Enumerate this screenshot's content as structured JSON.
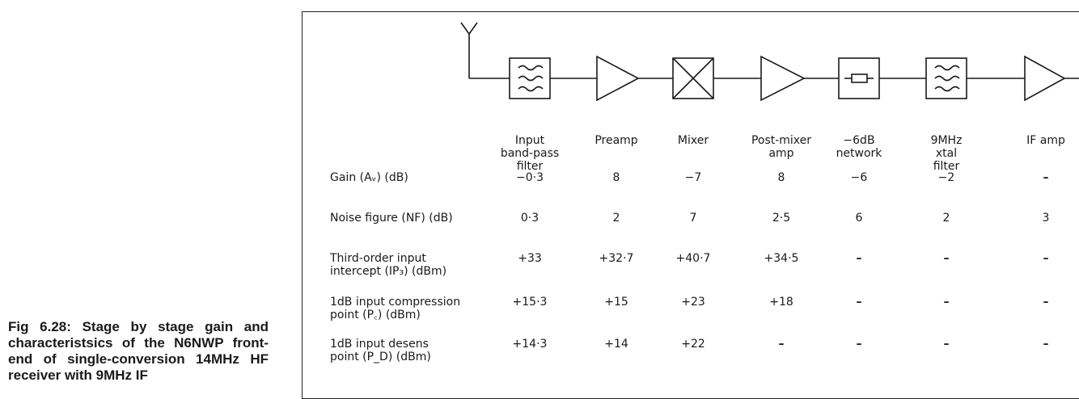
{
  "caption": "Fig 6.28: Stage by stage gain and characteristsics of the N6NWP front-end of single-conversion 14MHz HF receiver with 9MHz IF",
  "stages": [
    {
      "label": "Input\nband-pass\nfilter",
      "symbol": "bandpass-filter"
    },
    {
      "label": "Preamp",
      "symbol": "amplifier"
    },
    {
      "label": "Mixer",
      "symbol": "mixer"
    },
    {
      "label": "Post-mixer\namp",
      "symbol": "amplifier"
    },
    {
      "label": "−6dB\nnetwork",
      "symbol": "attenuator"
    },
    {
      "label": "9MHz\nxtal\nfilter",
      "symbol": "bandpass-filter"
    },
    {
      "label": "IF amp",
      "symbol": "amplifier"
    }
  ],
  "rows": [
    {
      "label": "Gain (Aᵥ) (dB)",
      "values": [
        "−0·3",
        "8",
        "−7",
        "8",
        "−6",
        "−2",
        "–"
      ]
    },
    {
      "label": "Noise figure (NF) (dB)",
      "values": [
        "0·3",
        "2",
        "7",
        "2·5",
        "6",
        "2",
        "3"
      ]
    },
    {
      "label": "Third-order input\nintercept (IP₃) (dBm)",
      "values": [
        "+33",
        "+32·7",
        "+40·7",
        "+34·5",
        "–",
        "–",
        "–"
      ]
    },
    {
      "label": "1dB input compression\npoint (P꜀) (dBm)",
      "values": [
        "+15·3",
        "+15",
        "+23",
        "+18",
        "–",
        "–",
        "–"
      ]
    },
    {
      "label": "1dB input desens\npoint (P_D) (dBm)",
      "values": [
        "+14·3",
        "+14",
        "+22",
        "–",
        "–",
        "–",
        "–"
      ]
    }
  ]
}
